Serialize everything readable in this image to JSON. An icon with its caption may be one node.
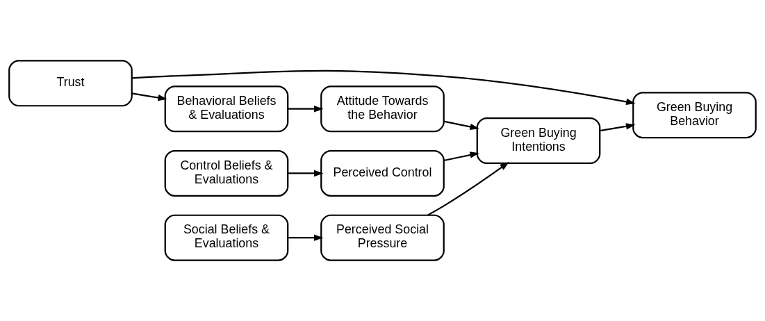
{
  "diagram": {
    "nodes": [
      {
        "text": [
          "Trust"
        ]
      },
      {
        "text": [
          "Behavioral Beliefs & Evaluations"
        ]
      },
      {
        "text": [
          "Attitude Towards the Behavior"
        ]
      },
      {
        "text": [
          "Social Beliefs & Evaluations"
        ]
      },
      {
        "text": [
          "Perceived Social Pressure"
        ]
      },
      {
        "text": [
          "Control Beliefs & Evaluations"
        ]
      },
      {
        "text": [
          "Perceived Control"
        ]
      },
      {
        "text": [
          "Green Buying Intentions"
        ]
      },
      {
        "text": [
          "Green Buying Behavior"
        ]
      }
    ],
    "edges": [
      {
        "from": 0,
        "to": 1,
        "arrow": "to"
      },
      {
        "from": 0,
        "to": 8,
        "arrow": "to"
      },
      {
        "from": 1,
        "to": 2,
        "arrow": "to"
      },
      {
        "from": 3,
        "to": 4,
        "arrow": "to"
      },
      {
        "from": 5,
        "to": 6,
        "arrow": "to"
      },
      {
        "from": 2,
        "to": 7,
        "arrow": "to"
      },
      {
        "from": 4,
        "to": 7,
        "arrow": "to"
      },
      {
        "from": 6,
        "to": 7,
        "arrow": "to"
      },
      {
        "from": 7,
        "to": 8,
        "arrow": "to"
      }
    ]
  }
}
